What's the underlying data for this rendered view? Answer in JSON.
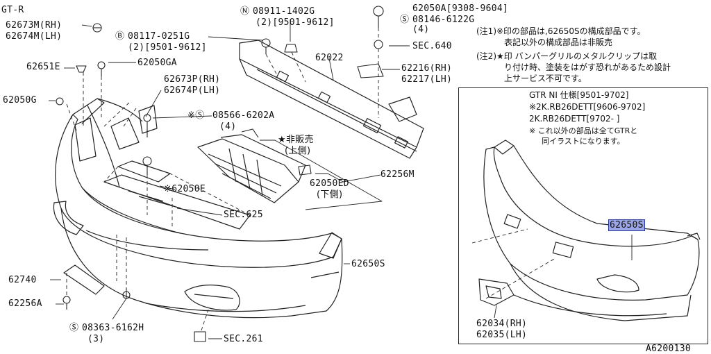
{
  "model_label": "GT-R",
  "diagram_id": "A6200130",
  "labels": {
    "p62673m": "62673M(RH)",
    "p62674m": "62674M(LH)",
    "b08117": "08117-0251G",
    "b08117_qty": "(2)[9501-9612]",
    "n08911": "08911-1402G",
    "n08911_qty": "(2)[9501-9612]",
    "p62050a": "62050A[9308-9604]",
    "s08146": "08146-6122G",
    "s08146_qty": "(4)",
    "sec640": "SEC.640",
    "p62651e": "62651E",
    "p62050ga": "62050GA",
    "p62022": "62022",
    "p62216": "62216(RH)",
    "p62217": "62217(LH)",
    "p62050g": "62050G",
    "p62673p": "62673P(RH)",
    "p62674p": "62674P(LH)",
    "s08566": "08566-6202A",
    "s08566_qty": "(4)",
    "star_not_sold": "★非販売",
    "upper_side": "(上側)",
    "p62050e": "62050E",
    "p62050ed": "62050ED",
    "lower_side": "(下側)",
    "p62256m": "62256M",
    "sec625": "SEC.625",
    "p62650s_main": "62650S",
    "p62740": "62740",
    "p62256a": "62256A",
    "s08363": "08363-6162H",
    "s08363_qty": "(3)",
    "sec261": "SEC.261",
    "p62034": "62034(RH)",
    "p62035": "62035(LH)",
    "p62650s_inset": "62650S"
  },
  "notes": {
    "note1_line1": "(注1)※印の部品は,62650Sの構成部品です。",
    "note1_line2": "表記以外の構成部品は非販売",
    "note2_line1": "(注2)★印 バンパーグリルのメタルクリップは取",
    "note2_line2": "り付け時、塗装をはがす恐れがあるため設計",
    "note2_line3": "上サービス不可です。"
  },
  "inset": {
    "title": "GTR NI 仕様[9501-9702]",
    "line2": "※2K.RB26DETT[9606-9702]",
    "line3": "2K.RB26DETT[9702-      ]",
    "line4": "※ これ以外の部品は全てGTRと",
    "line5": "同イラストになります。"
  },
  "colors": {
    "highlight": "#9aa6e6",
    "line": "#222222"
  }
}
